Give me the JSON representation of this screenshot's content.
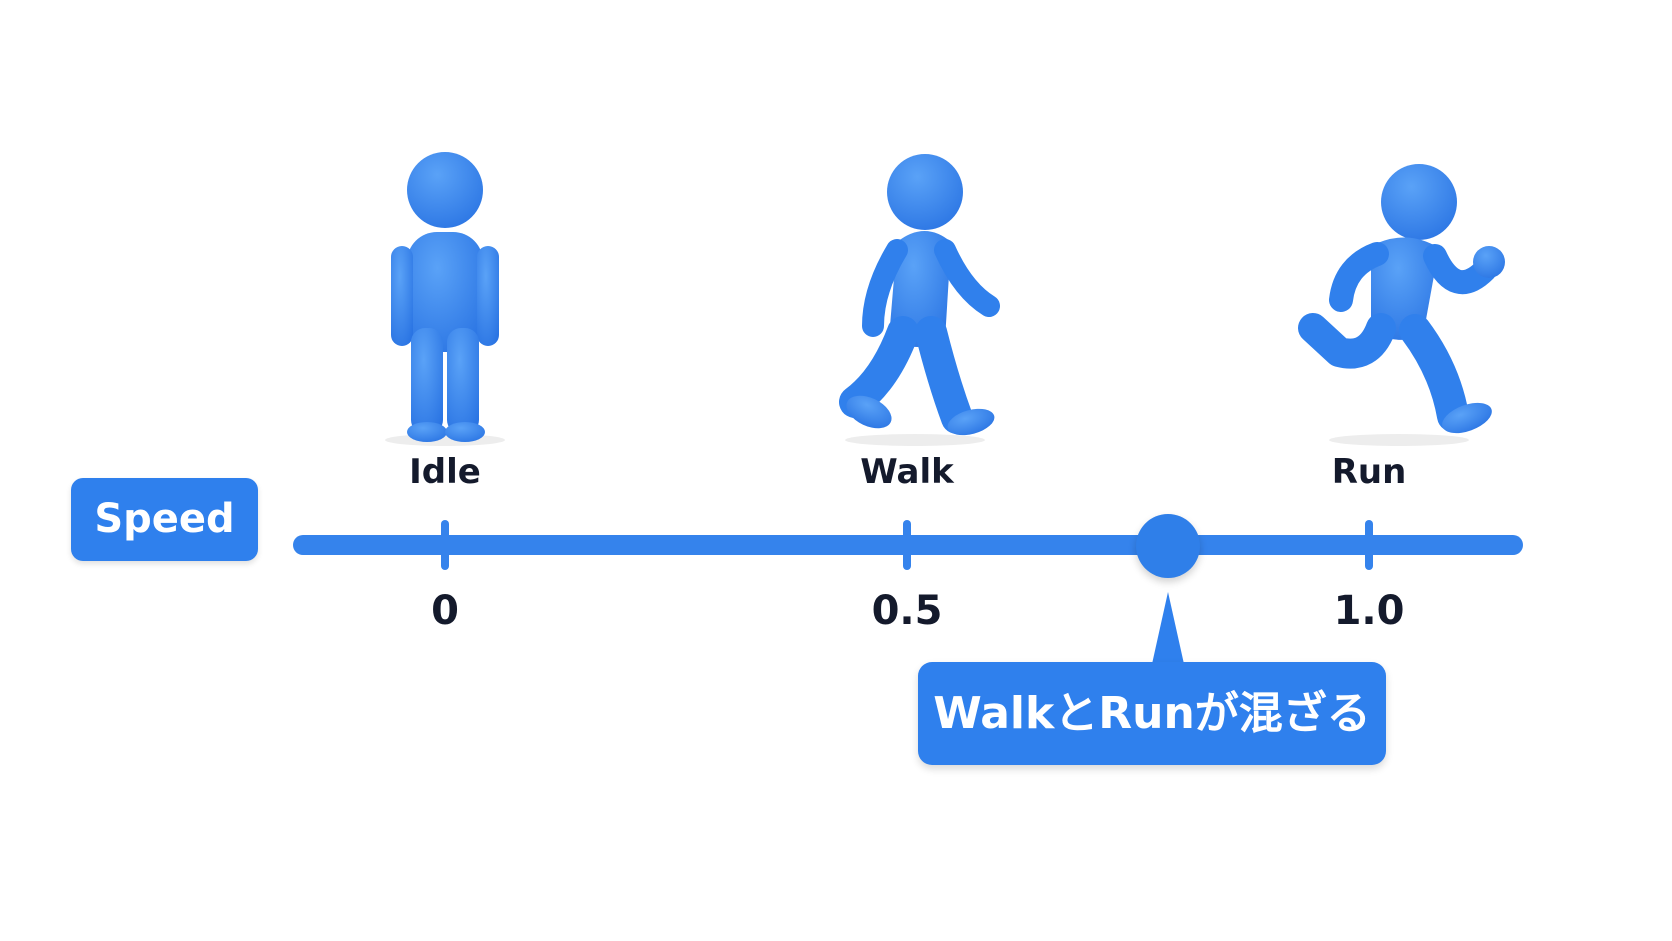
{
  "colors": {
    "accent": "#2f80ed",
    "figure": "#3585ee",
    "text": "#141a2c",
    "background": "#ffffff"
  },
  "parameter": {
    "label": "Speed",
    "value": 0.75
  },
  "states": [
    {
      "name": "Idle",
      "threshold": 0,
      "threshold_label": "0"
    },
    {
      "name": "Walk",
      "threshold": 0.5,
      "threshold_label": "0.5"
    },
    {
      "name": "Run",
      "threshold": 1.0,
      "threshold_label": "1.0"
    }
  ],
  "callout": {
    "text": "WalkとRunが混ざる"
  },
  "icons": [
    "idle-figure-icon",
    "walk-figure-icon",
    "run-figure-icon"
  ]
}
